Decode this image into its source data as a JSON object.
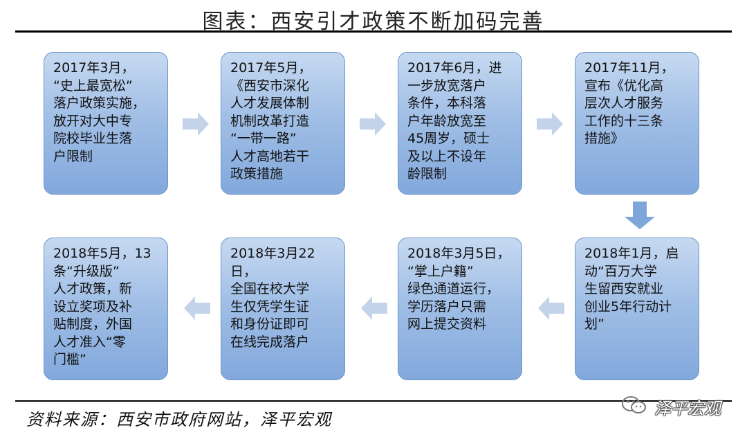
{
  "title": "图表：西安引才政策不断加码完善",
  "boxes": [
    "2017年3月，\n“史上最宽松”\n落户政策实施，\n放开对大中专\n院校毕业生落\n户限制",
    "2017年5月，\n《西安市深化\n人才发展体制\n机制改革打造\n“一带一路”\n人才高地若干\n政策措施",
    "2017年6月，进\n一步放宽落户\n条件，本科落\n户年龄放宽至\n45周岁，硕士\n及以上不设年\n龄限制",
    "2017年11月，\n宣布《优化高\n层次人才服务\n工作的十三条\n措施》",
    "2018年1月，启\n动“百万大学\n生留西安就业\n创业5年行动计\n划”",
    "2018年3月5日，\n“掌上户籍”\n绿色通道运行，\n学历落户只需\n网上提交资料",
    "2018年3月22日，\n全国在校大学\n生仅凭学生证\n和身份证即可\n在线完成落户",
    "2018年5月，13\n条“升级版”\n人才政策，新\n设立奖项及补\n贴制度，外国\n人才准入“零\n门槛”"
  ],
  "source": "资料来源：西安市政府网站，泽平宏观",
  "watermark": "泽平宏观",
  "colors": {
    "box_top": "#c6d9f1",
    "box_bottom": "#82a8dc",
    "arrow_light": "#c3d3ea",
    "arrow_down": "#7fa6da"
  }
}
